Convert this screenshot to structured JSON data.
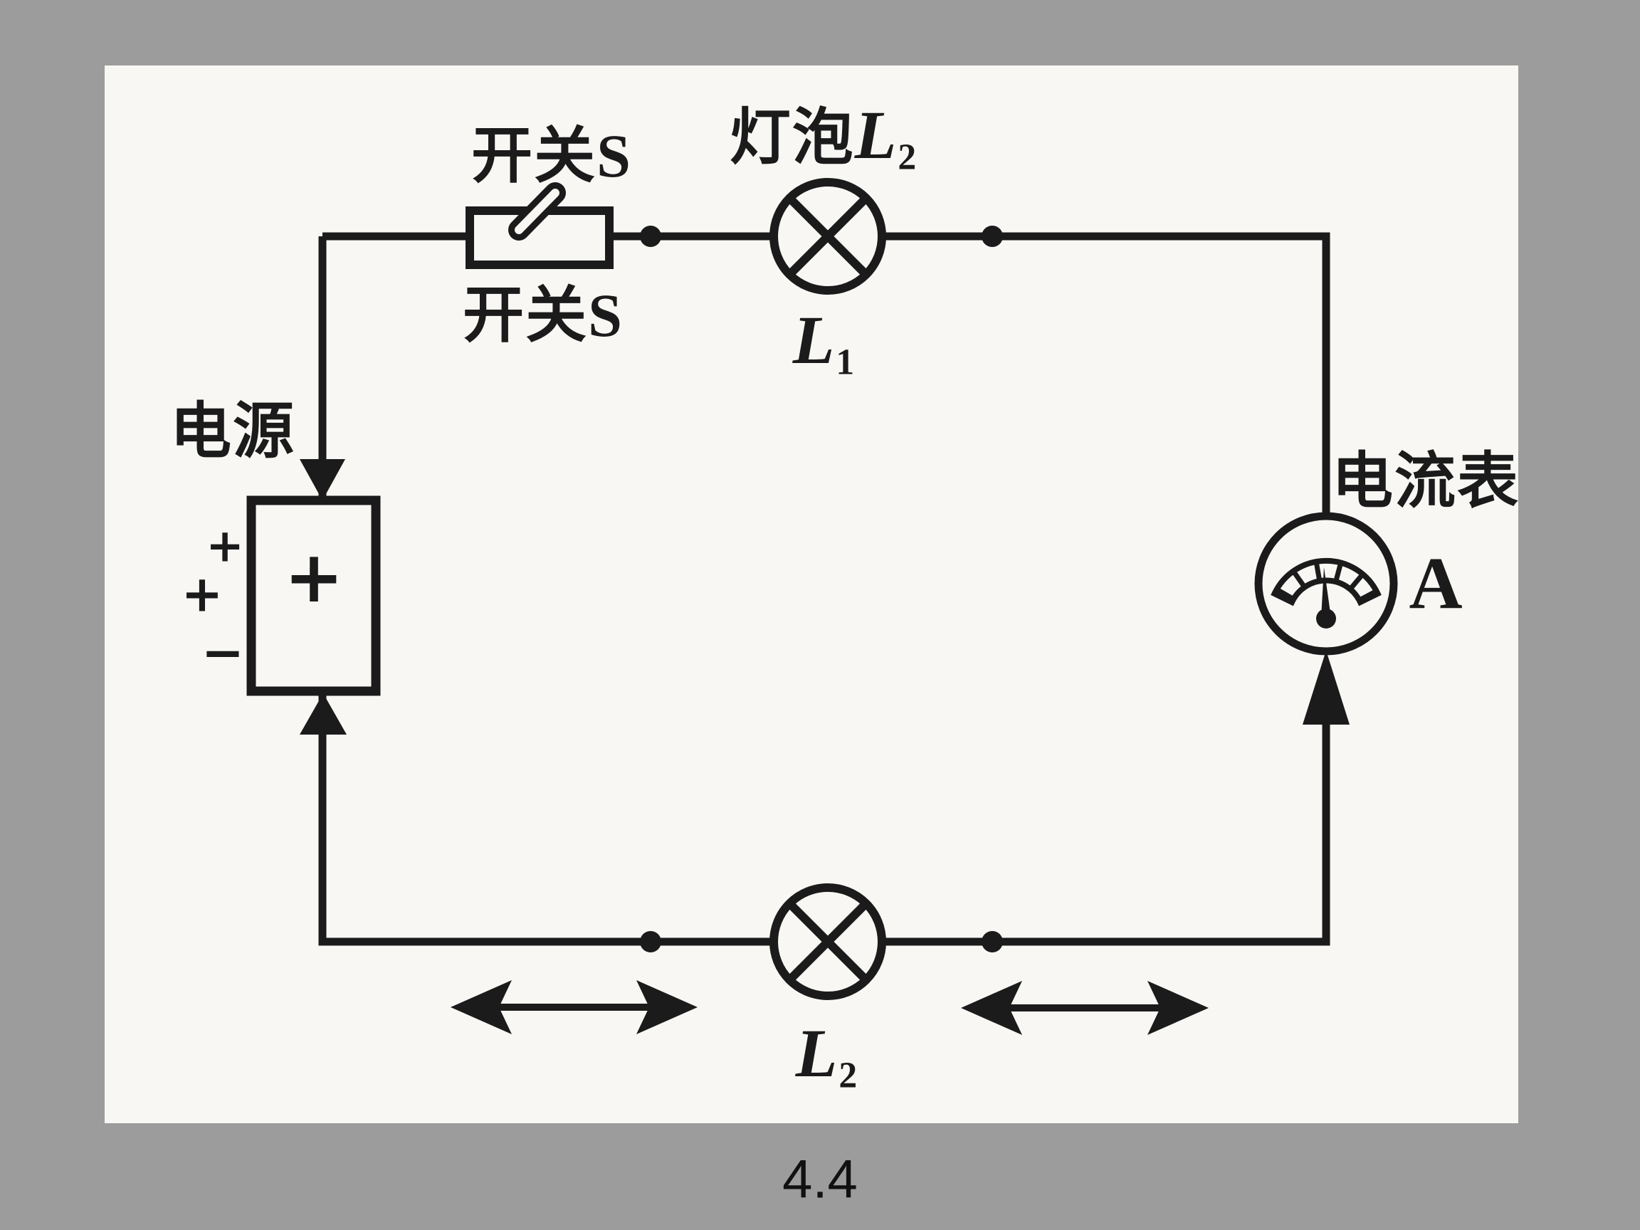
{
  "colors": {
    "page_bg": "#9c9c9c",
    "panel_bg": "#f8f7f4",
    "ink": "#1b1b1b"
  },
  "circuit": {
    "power_label": "电源",
    "switch_label_top": "开关S",
    "switch_label_bottom": "开关S",
    "top_bulb_caption": {
      "prefix": "灯泡",
      "letter": "L",
      "sub": "2"
    },
    "top_bulb_name": {
      "letter": "L",
      "sub": "1"
    },
    "bottom_bulb_name": {
      "letter": "L",
      "sub": "2"
    },
    "ammeter_label": "电流表",
    "ammeter_letter": "A",
    "battery": {
      "inner_plus": "+",
      "outer_plus_1": "+",
      "outer_plus_2": "+",
      "outer_minus": "−"
    }
  },
  "caption": "4.4"
}
